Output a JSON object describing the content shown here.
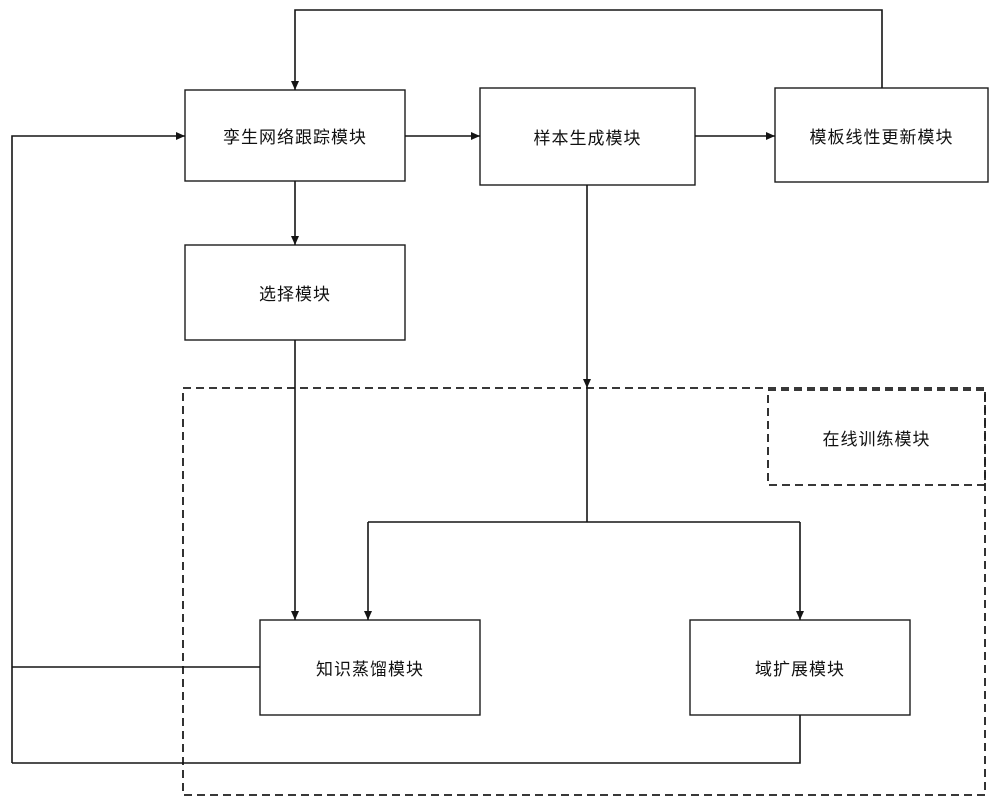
{
  "diagram": {
    "nodes": {
      "siamese": {
        "label": "孪生网络跟踪模块"
      },
      "sample": {
        "label": "样本生成模块"
      },
      "template": {
        "label": "模板线性更新模块"
      },
      "select": {
        "label": "选择模块"
      },
      "online": {
        "label": "在线训练模块"
      },
      "distill": {
        "label": "知识蒸馏模块"
      },
      "domain": {
        "label": "域扩展模块"
      }
    },
    "edges": [
      {
        "from": "template",
        "to": "siamese",
        "style": "arrow",
        "route": "top-feedback"
      },
      {
        "from": "siamese",
        "to": "sample",
        "style": "arrow"
      },
      {
        "from": "sample",
        "to": "template",
        "style": "arrow"
      },
      {
        "from": "siamese",
        "to": "select",
        "style": "arrow"
      },
      {
        "from": "select",
        "to": "distill",
        "style": "arrow"
      },
      {
        "from": "sample",
        "to": "online-training-group",
        "style": "arrow"
      },
      {
        "from": "sample",
        "to": "distill",
        "style": "arrow",
        "route": "split"
      },
      {
        "from": "sample",
        "to": "domain",
        "style": "arrow",
        "route": "split"
      },
      {
        "from": "distill",
        "to": "siamese",
        "style": "arrow",
        "route": "left-feedback"
      },
      {
        "from": "domain",
        "to": "siamese",
        "style": "arrow",
        "route": "bottom-left-feedback"
      }
    ],
    "groups": [
      {
        "name": "online-training-group",
        "style": "dashed",
        "label_node": "online"
      }
    ],
    "colors": {
      "line": "#151515",
      "box_border": "#1c1c1c",
      "box_fill": "#ffffff",
      "text": "#111111",
      "background": "#ffffff"
    }
  }
}
